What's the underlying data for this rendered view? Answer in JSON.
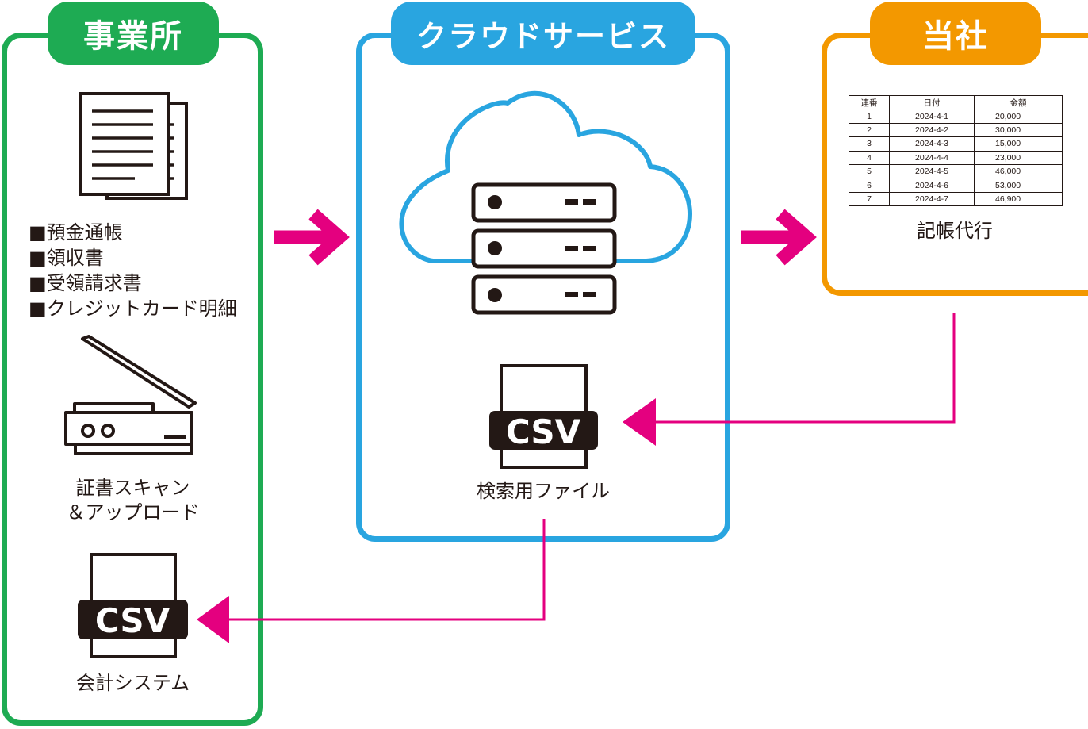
{
  "sections": {
    "office": {
      "title": "事業所",
      "documents": [
        "預金通帳",
        "領収書",
        "受領請求書",
        "クレジットカード明細"
      ],
      "scan_label_line1": "証書スキャン",
      "scan_label_line2": "＆アップロード",
      "csv_text": "CSV",
      "system_label": "会計システム"
    },
    "cloud": {
      "title": "クラウドサービス",
      "csv_text": "CSV",
      "file_label": "検索用ファイル"
    },
    "company": {
      "title": "当社",
      "table": {
        "headers": [
          "連番",
          "日付",
          "金額"
        ],
        "rows": [
          [
            "1",
            "2024-4-1",
            "20,000"
          ],
          [
            "2",
            "2024-4-2",
            "30,000"
          ],
          [
            "3",
            "2024-4-3",
            "15,000"
          ],
          [
            "4",
            "2024-4-4",
            "23,000"
          ],
          [
            "5",
            "2024-4-5",
            "46,000"
          ],
          [
            "6",
            "2024-4-6",
            "53,000"
          ],
          [
            "7",
            "2024-4-7",
            "46,900"
          ]
        ]
      },
      "service_label": "記帳代行"
    }
  },
  "colors": {
    "office": "#1eab53",
    "cloud": "#29a5e0",
    "company": "#f39800",
    "arrow": "#e4007f",
    "ink": "#231815"
  }
}
